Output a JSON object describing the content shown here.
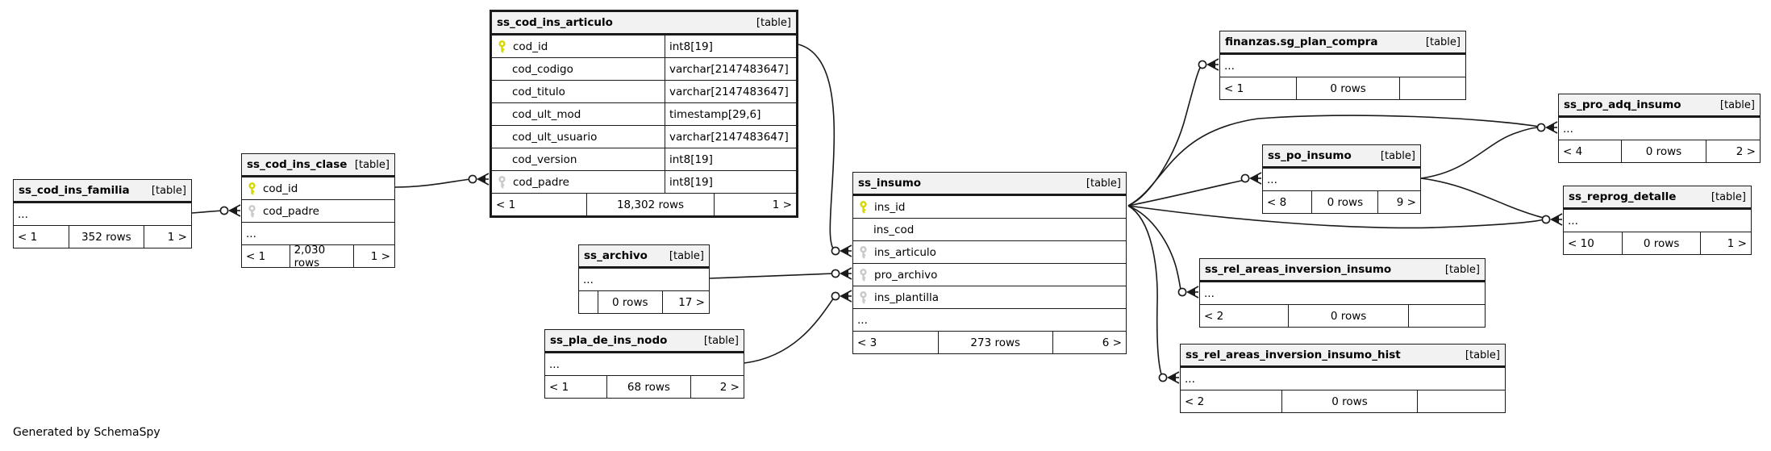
{
  "diagram": {
    "footer_note": "Generated by SchemaSpy",
    "badge_label": "[table]",
    "colors": {
      "primary_key": "#d6d600",
      "foreign_key": "#c9c9c9",
      "header_bg": "#f2f2f2",
      "line": "#1a1a1a"
    },
    "tables": [
      {
        "id": "familia",
        "name": "ss_cod_ins_familia",
        "badge": "[table]",
        "emphasis": false,
        "columns": [
          {
            "name": "...",
            "key": null,
            "type": null
          }
        ],
        "footer": {
          "left": "< 1",
          "center": "352 rows",
          "right": "1 >"
        }
      },
      {
        "id": "clase",
        "name": "ss_cod_ins_clase",
        "badge": "[table]",
        "emphasis": false,
        "columns": [
          {
            "name": "cod_id",
            "key": "pk",
            "type": null
          },
          {
            "name": "cod_padre",
            "key": "fk",
            "type": null
          },
          {
            "name": "...",
            "key": null,
            "type": null
          }
        ],
        "footer": {
          "left": "< 1",
          "center": "2,030 rows",
          "right": "1 >"
        }
      },
      {
        "id": "articulo",
        "name": "ss_cod_ins_articulo",
        "badge": "[table]",
        "emphasis": true,
        "columns": [
          {
            "name": "cod_id",
            "key": "pk",
            "type": "int8[19]"
          },
          {
            "name": "cod_codigo",
            "key": null,
            "type": "varchar[2147483647]"
          },
          {
            "name": "cod_titulo",
            "key": null,
            "type": "varchar[2147483647]"
          },
          {
            "name": "cod_ult_mod",
            "key": null,
            "type": "timestamp[29,6]"
          },
          {
            "name": "cod_ult_usuario",
            "key": null,
            "type": "varchar[2147483647]"
          },
          {
            "name": "cod_version",
            "key": null,
            "type": "int8[19]"
          },
          {
            "name": "cod_padre",
            "key": "fk",
            "type": "int8[19]"
          }
        ],
        "footer": {
          "left": "< 1",
          "center": "18,302 rows",
          "right": "1 >"
        }
      },
      {
        "id": "archivo",
        "name": "ss_archivo",
        "badge": "[table]",
        "emphasis": false,
        "columns": [
          {
            "name": "...",
            "key": null,
            "type": null
          }
        ],
        "footer": {
          "left": "",
          "center": "0 rows",
          "right": "17 >"
        }
      },
      {
        "id": "nodo",
        "name": "ss_pla_de_ins_nodo",
        "badge": "[table]",
        "emphasis": false,
        "columns": [
          {
            "name": "...",
            "key": null,
            "type": null
          }
        ],
        "footer": {
          "left": "< 1",
          "center": "68 rows",
          "right": "2 >"
        }
      },
      {
        "id": "insumo",
        "name": "ss_insumo",
        "badge": "[table]",
        "emphasis": false,
        "columns": [
          {
            "name": "ins_id",
            "key": "pk",
            "type": null
          },
          {
            "name": "ins_cod",
            "key": null,
            "type": null
          },
          {
            "name": "ins_articulo",
            "key": "fk",
            "type": null
          },
          {
            "name": "pro_archivo",
            "key": "fk",
            "type": null
          },
          {
            "name": "ins_plantilla",
            "key": "fk",
            "type": null
          },
          {
            "name": "...",
            "key": null,
            "type": null
          }
        ],
        "footer": {
          "left": "< 3",
          "center": "273 rows",
          "right": "6 >"
        }
      },
      {
        "id": "finanzas",
        "name": "finanzas.sg_plan_compra",
        "badge": "[table]",
        "emphasis": false,
        "columns": [
          {
            "name": "...",
            "key": null,
            "type": null
          }
        ],
        "footer": {
          "left": "< 1",
          "center": "0 rows",
          "right": ""
        }
      },
      {
        "id": "pro_adq",
        "name": "ss_pro_adq_insumo",
        "badge": "[table]",
        "emphasis": false,
        "columns": [
          {
            "name": "...",
            "key": null,
            "type": null
          }
        ],
        "footer": {
          "left": "< 4",
          "center": "0 rows",
          "right": "2 >"
        }
      },
      {
        "id": "po",
        "name": "ss_po_insumo",
        "badge": "[table]",
        "emphasis": false,
        "columns": [
          {
            "name": "...",
            "key": null,
            "type": null
          }
        ],
        "footer": {
          "left": "< 8",
          "center": "0 rows",
          "right": "9 >"
        }
      },
      {
        "id": "reprog",
        "name": "ss_reprog_detalle",
        "badge": "[table]",
        "emphasis": false,
        "columns": [
          {
            "name": "...",
            "key": null,
            "type": null
          }
        ],
        "footer": {
          "left": "< 10",
          "center": "0 rows",
          "right": "1 >"
        }
      },
      {
        "id": "rel",
        "name": "ss_rel_areas_inversion_insumo",
        "badge": "[table]",
        "emphasis": false,
        "columns": [
          {
            "name": "...",
            "key": null,
            "type": null
          }
        ],
        "footer": {
          "left": "< 2",
          "center": "0 rows",
          "right": ""
        }
      },
      {
        "id": "hist",
        "name": "ss_rel_areas_inversion_insumo_hist",
        "badge": "[table]",
        "emphasis": false,
        "columns": [
          {
            "name": "...",
            "key": null,
            "type": null
          }
        ],
        "footer": {
          "left": "< 2",
          "center": "0 rows",
          "right": ""
        }
      }
    ],
    "relationships": [
      {
        "from": "ss_cod_ins_familia",
        "to": "ss_cod_ins_clase.cod_padre"
      },
      {
        "from": "ss_cod_ins_clase.cod_id",
        "to": "ss_cod_ins_articulo.cod_padre"
      },
      {
        "from": "ss_cod_ins_articulo.cod_id",
        "to": "ss_insumo.ins_articulo"
      },
      {
        "from": "ss_archivo",
        "to": "ss_insumo.pro_archivo"
      },
      {
        "from": "ss_pla_de_ins_nodo",
        "to": "ss_insumo.ins_plantilla"
      },
      {
        "from": "ss_insumo.ins_id",
        "to": "finanzas.sg_plan_compra"
      },
      {
        "from": "ss_insumo.ins_id",
        "to": "ss_pro_adq_insumo"
      },
      {
        "from": "ss_insumo.ins_id",
        "to": "ss_po_insumo"
      },
      {
        "from": "ss_insumo.ins_id",
        "to": "ss_reprog_detalle"
      },
      {
        "from": "ss_insumo.ins_id",
        "to": "ss_rel_areas_inversion_insumo"
      },
      {
        "from": "ss_insumo.ins_id",
        "to": "ss_rel_areas_inversion_insumo_hist"
      },
      {
        "from": "ss_po_insumo",
        "to": "ss_pro_adq_insumo"
      },
      {
        "from": "ss_po_insumo",
        "to": "ss_reprog_detalle"
      }
    ]
  }
}
